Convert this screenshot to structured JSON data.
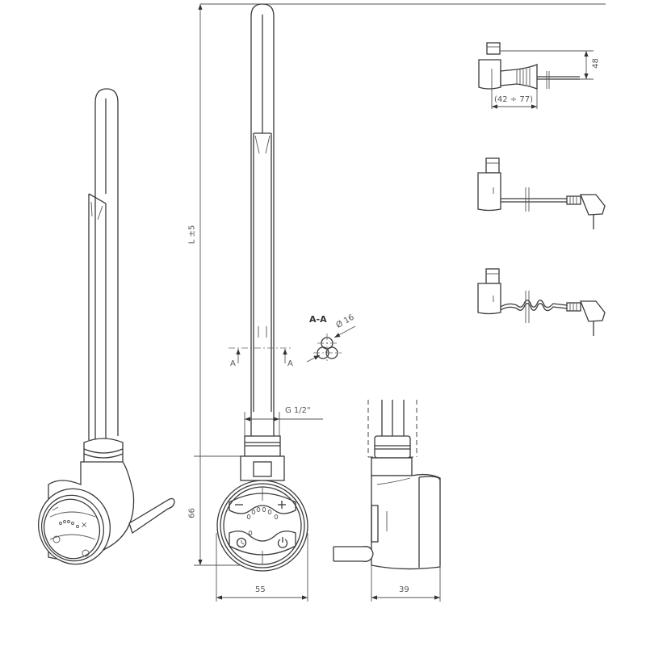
{
  "drawing": {
    "title": "Electric towel rail heating element - technical drawing",
    "main_view": {
      "length_label": "L ±5",
      "height_label": "66",
      "width_label": "55",
      "thread_label": "G 1/2\"",
      "section_marker_left": "A",
      "section_marker_right": "A"
    },
    "section_view": {
      "title": "A-A",
      "diameter_label": "Ø 16"
    },
    "side_view": {
      "depth_label": "39"
    },
    "control_panel": {
      "minus_symbol": "−",
      "plus_symbol": "+",
      "timer_icon": "clock-icon",
      "power_icon": "power-icon",
      "led_count": 5
    },
    "variants": [
      {
        "name": "hidden-cable-variant",
        "height_label": "48",
        "length_label": "(42 ÷ 77)"
      },
      {
        "name": "straight-cable-plug-variant"
      },
      {
        "name": "spiral-cable-plug-variant"
      }
    ],
    "colors": {
      "line": "#3a3a3a",
      "dimension_text": "#555555",
      "background": "#ffffff"
    }
  }
}
